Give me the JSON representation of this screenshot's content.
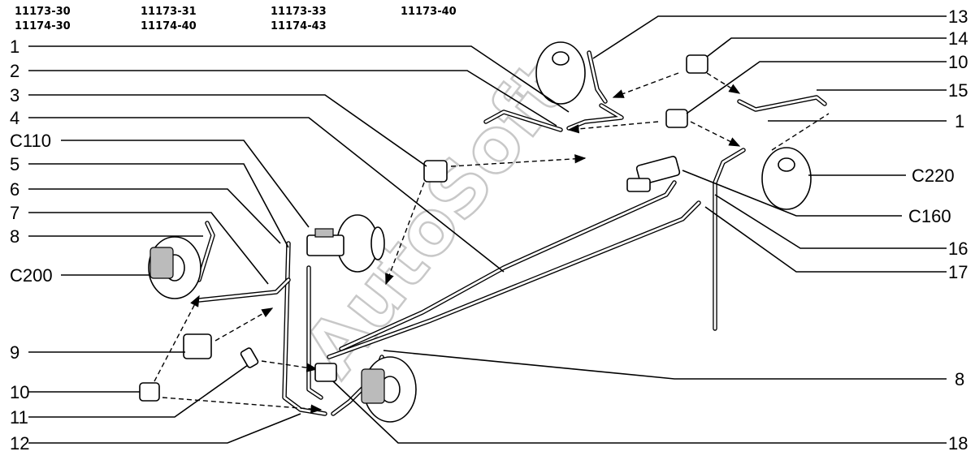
{
  "header": {
    "codes": [
      [
        "11173-30",
        "11174-30"
      ],
      [
        "11173-31",
        "11174-40"
      ],
      [
        "11173-33",
        "11174-43"
      ],
      [
        "11173-40"
      ]
    ]
  },
  "watermark": "AutoSoft",
  "callouts_left": [
    "1",
    "2",
    "3",
    "4",
    "C110",
    "5",
    "6",
    "7",
    "8",
    "C200",
    "9",
    "10",
    "11",
    "12"
  ],
  "callouts_right": [
    "13",
    "14",
    "10",
    "15",
    "1",
    "C220",
    "C160",
    "16",
    "17",
    "8",
    "18"
  ]
}
